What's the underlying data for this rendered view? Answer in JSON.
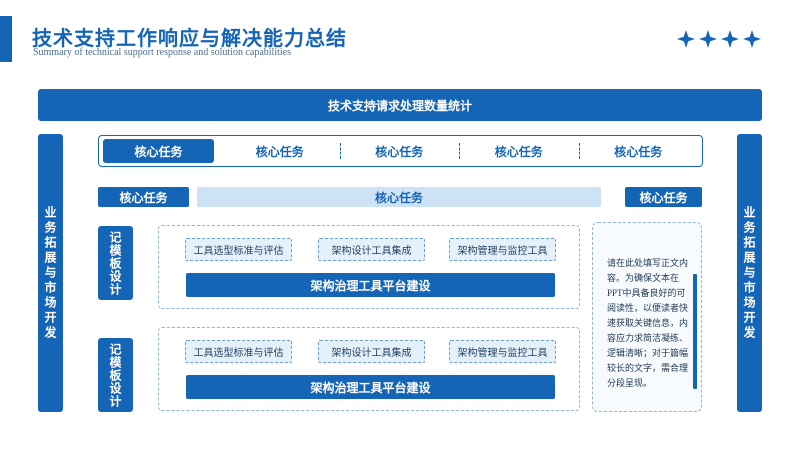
{
  "header": {
    "title": "技术支持工作响应与解决能力总结",
    "subtitle": "Summary of technical support response and solution capabilities"
  },
  "icons": {
    "decor": "star-icon",
    "count": 4
  },
  "colors": {
    "primary": "#1565b7",
    "light": "#cde2f4",
    "chip_bg": "#e4f0fa"
  },
  "banner": {
    "label": "技术支持请求处理数量统计"
  },
  "side_left": {
    "label": "业务拓展与市场开发"
  },
  "side_right": {
    "label": "业务拓展与市场开发"
  },
  "tabs": [
    {
      "label": "核心任务",
      "active": true
    },
    {
      "label": "核心任务"
    },
    {
      "label": "核心任务"
    },
    {
      "label": "核心任务"
    },
    {
      "label": "核心任务"
    }
  ],
  "subheader": {
    "left": "核心任务",
    "center": "核心任务",
    "right": "核心任务"
  },
  "rows": [
    {
      "label": "记模板设计",
      "chips": [
        "工具选型标准与评估",
        "架构设计工具集成",
        "架构管理与监控工具"
      ],
      "platform": "架构治理工具平台建设"
    },
    {
      "label": "记模板设计",
      "chips": [
        "工具选型标准与评估",
        "架构设计工具集成",
        "架构管理与监控工具"
      ],
      "platform": "架构治理工具平台建设"
    }
  ],
  "text_card": {
    "body": "请在此处填写正文内容。为确保文本在PPT中具备良好的可阅读性，以便读者快速获取关键信息，内容应力求简洁凝练、逻辑清晰；对于篇幅较长的文字，需合理分段呈现。"
  }
}
